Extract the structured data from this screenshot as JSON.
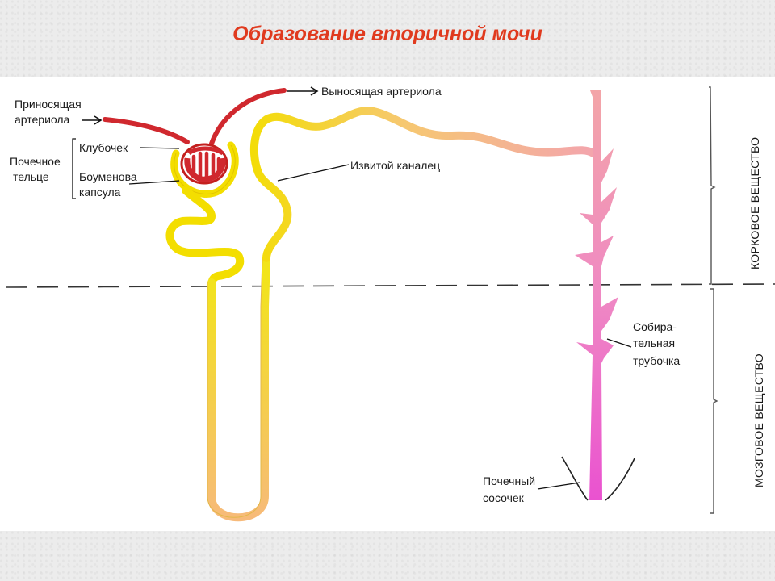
{
  "title": "Образование вторичной мочи",
  "labels": {
    "afferent_line1": "Приносящая",
    "afferent_line2": "артериола",
    "efferent": "Выносящая артериола",
    "corpuscle_line1": "Почечное",
    "corpuscle_line2": "тельце",
    "glomerulus": "Клубочек",
    "bowman_line1": "Боуменова",
    "bowman_line2": "капсула",
    "convoluted": "Извитой каналец",
    "collecting_line1": "Собира-",
    "collecting_line2": "тельная",
    "collecting_line3": "трубочка",
    "papilla_line1": "Почечный",
    "papilla_line2": "сосочек",
    "cortex": "КОРКОВОЕ ВЕЩЕСТВО",
    "medulla": "МОЗГОВОЕ ВЕЩЕСТВО"
  },
  "colors": {
    "title": "#e03a1e",
    "arteriole": "#d0282e",
    "tubule_yellow": "#f5e000",
    "tubule_orange": "#f7b56a",
    "collecting_pink": "#f29ab4",
    "collecting_magenta": "#ea55d2"
  }
}
